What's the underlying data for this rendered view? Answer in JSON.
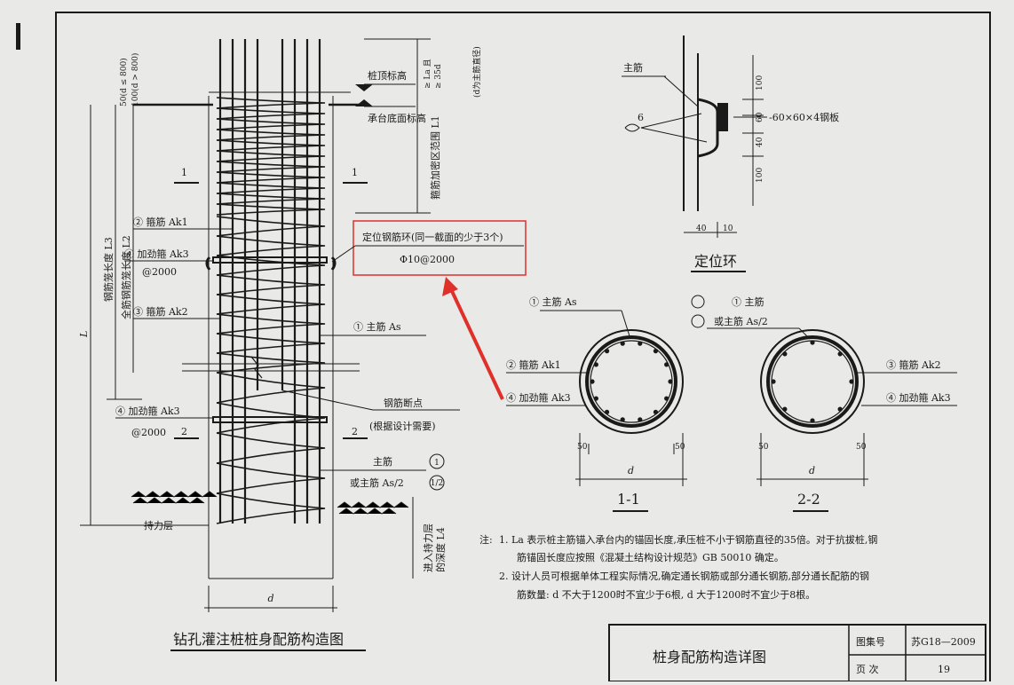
{
  "drawing": {
    "main_title": "钻孔灌注桩桩身配筋构造图",
    "labels": {
      "pile_top": "桩顶标高",
      "cap_bottom": "承台底面标高",
      "d_le_800": "50(d ≤ 800)",
      "d_gt_800": "100(d > 800)",
      "anchor_1": "≥ La 且",
      "anchor_2": "≥ 35d",
      "anchor_note": "(d为主筋直径)",
      "dense_zone": "箍筋加密区范围 L1",
      "cage_length": "钢筋笼长度 L3",
      "full_cage": "全筋钢筋笼长度 L2",
      "L": "L",
      "stirrup_k1": "② 箍筋 Ak1",
      "stiff_k3": "④ 加劲箍 Ak3",
      "at2000": "@2000",
      "stirrup_k2": "③ 箍筋 Ak2",
      "main_bar": "① 主筋 As",
      "stiff_k3_b": "④ 加劲箍 Ak3",
      "at2000_b": "@2000",
      "cut_point": "钢筋断点",
      "cut_note": "(根据设计需要)",
      "main_bar_2": "主筋",
      "or_main_half": "或主筋 As/2",
      "circ_1": "1",
      "circ_half": "1/2",
      "bearing": "持力层",
      "embed": "进入持力层",
      "embed_2": "的深度 L4",
      "d": "d",
      "sec1": "1",
      "sec2": "2",
      "spacer_title": "定位钢筋环(同一截面的少于3个)",
      "spacer_spec": "Φ10@2000"
    },
    "ring": {
      "title": "定位环",
      "main_bar": "主筋",
      "num6": "6",
      "plate": "-60×60×4钢板",
      "dims": [
        "100",
        "60",
        "40",
        "100"
      ],
      "width1": "40",
      "width2": "10"
    },
    "sections": {
      "s1": {
        "title": "1-1",
        "main": "① 主筋 As",
        "stirrup": "② 箍筋 Ak1",
        "stiff": "④ 加劲箍 Ak3",
        "dim_left": "50",
        "dim_right": "50",
        "d": "d"
      },
      "s2": {
        "title": "2-2",
        "main1": "① 主筋",
        "main2": "或主筋 As/2",
        "stirrup": "③ 箍筋 Ak2",
        "stiff": "④ 加劲箍 Ak3",
        "dim_left": "50",
        "dim_right": "50",
        "d": "d"
      }
    },
    "notes": {
      "prefix": "注:",
      "n1a": "1. La 表示桩主筋锚入承台内的锚固长度,承压桩不小于钢筋直径的35倍。对于抗拔桩,钢",
      "n1b": "筋锚固长度应按照《混凝土结构设计规范》GB 50010 确定。",
      "n2a": "2. 设计人员可根据单体工程实际情况,确定通长钢筋或部分通长钢筋,部分通长配筋的钢",
      "n2b": "筋数量: d 不大于1200时不宜少于6根, d 大于1200时不宜少于8根。"
    },
    "title_block": {
      "name": "桩身配筋构造详图",
      "atlas_label": "图集号",
      "atlas_value": "苏G18—2009",
      "page_label": "页 次",
      "page_value": "19"
    },
    "colors": {
      "highlight": "#e0302a",
      "ink": "#1a1a1a"
    }
  }
}
